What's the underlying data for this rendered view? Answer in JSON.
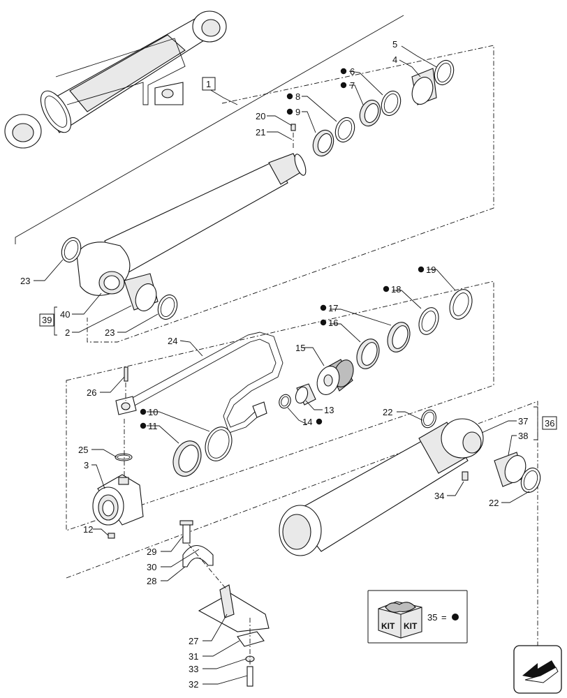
{
  "callouts": {
    "c1": "1",
    "c2": "2",
    "c3": "3",
    "c4": "4",
    "c5": "5",
    "c6": "6",
    "c7": "7",
    "c8": "8",
    "c9": "9",
    "c10": "10",
    "c11": "11",
    "c12": "12",
    "c13": "13",
    "c14": "14",
    "c15": "15",
    "c16": "16",
    "c17": "17",
    "c18": "18",
    "c19": "19",
    "c20": "20",
    "c21": "21",
    "c22a": "22",
    "c22b": "22",
    "c23a": "23",
    "c23b": "23",
    "c24": "24",
    "c25": "25",
    "c26": "26",
    "c27": "27",
    "c28": "28",
    "c29": "29",
    "c30": "30",
    "c31": "31",
    "c32": "32",
    "c33": "33",
    "c34": "34",
    "c36": "36",
    "c37": "37",
    "c38": "38",
    "c39": "39",
    "c40": "40"
  },
  "kit_legend": {
    "number": "35",
    "equals": "=",
    "kit_text_left": "KIT",
    "kit_text_right": "KIT"
  }
}
